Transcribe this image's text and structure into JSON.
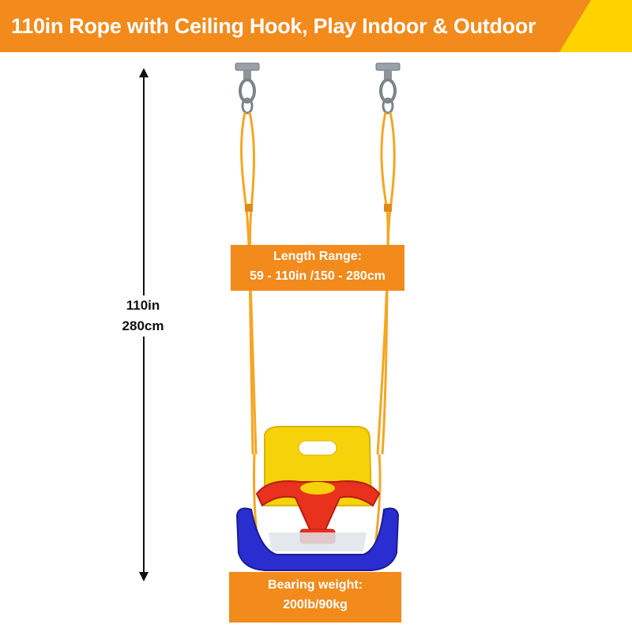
{
  "banner": {
    "title": "110in Rope with Ceiling Hook, Play Indoor & Outdoor",
    "color_primary": "#f28a1c",
    "color_accent": "#ffd200"
  },
  "height_indicator": {
    "line1": "110in",
    "line2": "280cm",
    "icon": "double-arrow-vertical"
  },
  "length_box": {
    "line1": "Length Range:",
    "line2": "59 - 110in /150 - 280cm",
    "color": "#f28a1c"
  },
  "weight_box": {
    "line1": "Bearing weight:",
    "line2": "200lb/90kg",
    "color": "#f28a1c"
  },
  "product": {
    "icon": "toddler-swing-seat",
    "colors": {
      "rope": "#f5a623",
      "seat": "#f5d20a",
      "frame": "#e8321e",
      "base": "#2a2ed0",
      "hook": "#8e959c"
    }
  }
}
